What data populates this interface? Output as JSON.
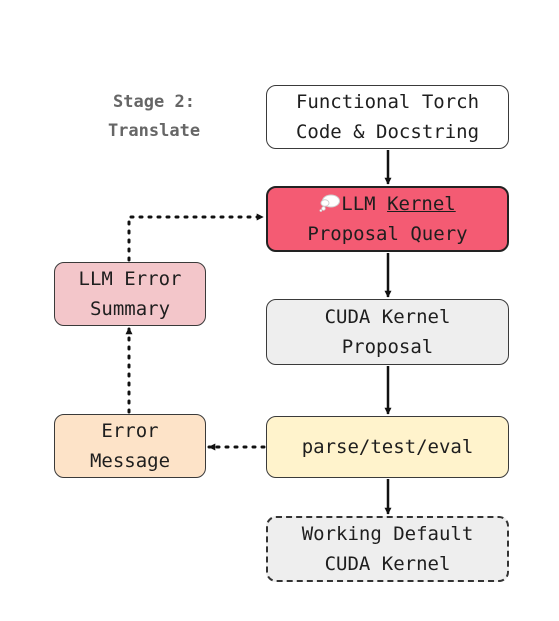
{
  "stage_label": {
    "line1": "Stage 2:",
    "line2": "Translate"
  },
  "nodes": {
    "torch": {
      "line1": "Functional Torch",
      "line2": "Code & Docstring"
    },
    "query": {
      "icon": "thought-bubble-icon",
      "line1_prefix": "LLM ",
      "line1_keyword": "Kernel",
      "line2": "Proposal Query"
    },
    "cuda": {
      "line1": "CUDA Kernel",
      "line2": "Proposal"
    },
    "parse": {
      "line1": "parse/test/eval"
    },
    "working": {
      "line1": "Working Default",
      "line2": "CUDA Kernel"
    },
    "summary": {
      "line1": "LLM Error",
      "line2": "Summary"
    },
    "error": {
      "line1": "Error",
      "line2": "Message"
    }
  },
  "colors": {
    "query_fill": "#f45b73",
    "proposal_fill": "#eeeeee",
    "parse_fill": "#fff3cc",
    "summary_fill": "#f3c6ca",
    "error_fill": "#fde3c8",
    "stage_text": "#666666"
  }
}
